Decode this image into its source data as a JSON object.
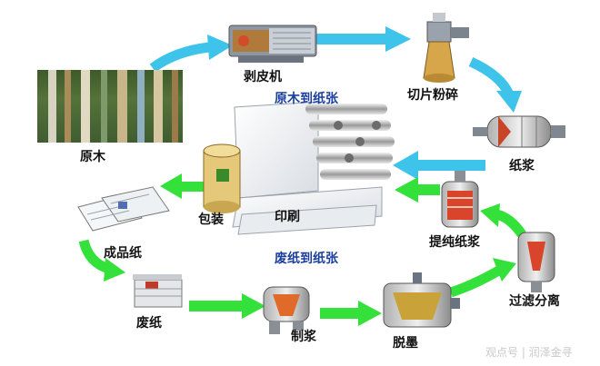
{
  "diagram": {
    "section_labels": {
      "virgin": "原木到纸张",
      "recycled": "废纸到纸张"
    },
    "nodes": {
      "logs": "原木",
      "debarker": "剥皮机",
      "chipper": "切片粉碎",
      "pulp": "纸浆",
      "printing": "印刷",
      "packaging": "包装",
      "finished": "成品纸",
      "wastepaper": "废纸",
      "pulping": "制浆",
      "deinking": "脱墨",
      "filtering": "过滤分离",
      "purifying": "提纯纸浆"
    },
    "arrow_colors": {
      "virgin_flow": "#3ec3ea",
      "recycled_flow": "#34e03a"
    }
  },
  "watermark": "观点号 | 润泽金寻"
}
